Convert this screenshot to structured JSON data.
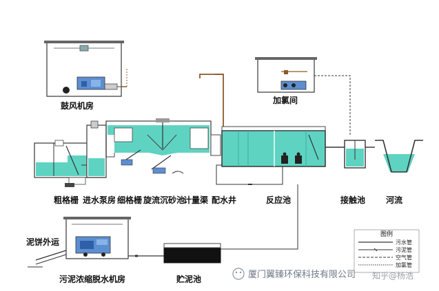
{
  "labels": {
    "blower_room": "鼓风机房",
    "chlorination_room": "加氯间",
    "coarse_screen": "粗格栅",
    "pump_room": "进水泵房",
    "fine_screen": "细格栅",
    "grit_chamber": "旋流沉砂池",
    "flow_channel": "计量渠",
    "distribution_well": "配水井",
    "reactor": "反应池",
    "contact_tank": "接触池",
    "river": "河流",
    "cake_out": "泥饼外运",
    "dewatering_room": "污泥浓缩脱水机房",
    "sludge_tank": "贮泥池"
  },
  "legend": {
    "title": "图例",
    "items": [
      "污水管",
      "污泥管",
      "空气管",
      "加氯管"
    ],
    "line_styles": [
      "solid",
      "solid-marked",
      "dashed",
      "dotted"
    ]
  },
  "watermark": {
    "text": "厦门翼臻环保科技有限公司",
    "overlay_text": "知乎@杨浩"
  },
  "colors": {
    "water": "#5fd3c2",
    "water_dark": "#2aa89a",
    "outline": "#333333",
    "sludge": "#111111",
    "air_pipe": "#8a5a2b",
    "legend_border": "#999999"
  }
}
